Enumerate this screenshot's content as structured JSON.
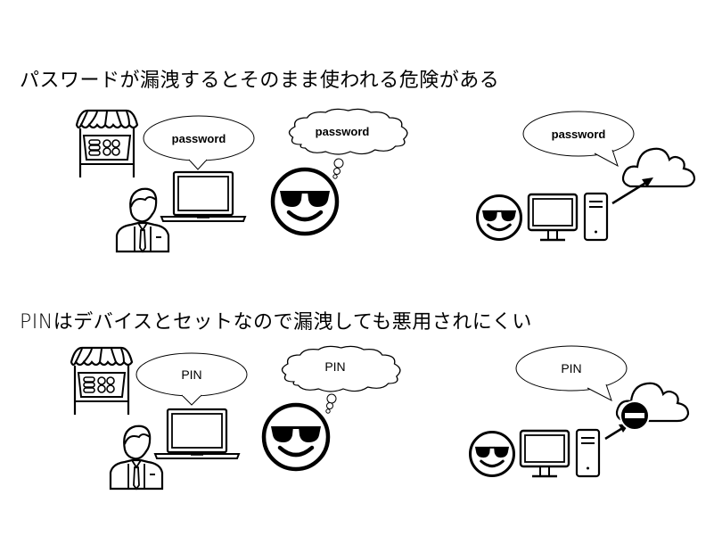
{
  "sections": [
    {
      "heading": "パスワードが漏洩するとそのまま使われる危険がある",
      "speech_bubble_left": "password",
      "thought_bubble": "password",
      "speech_bubble_right": "password",
      "cloud_blocked": false
    },
    {
      "heading": "PINはデバイスとセットなので漏洩しても悪用されにくい",
      "speech_bubble_left": "PIN",
      "thought_bubble": "PIN",
      "speech_bubble_right": "PIN",
      "cloud_blocked": true
    }
  ],
  "icons": [
    "shop-icon",
    "businessman-icon",
    "laptop-icon",
    "cool-smiley-icon",
    "desktop-pc-icon",
    "cloud-icon",
    "arrow-icon",
    "no-entry-icon"
  ],
  "colors": {
    "stroke": "#000000",
    "background": "#ffffff"
  }
}
